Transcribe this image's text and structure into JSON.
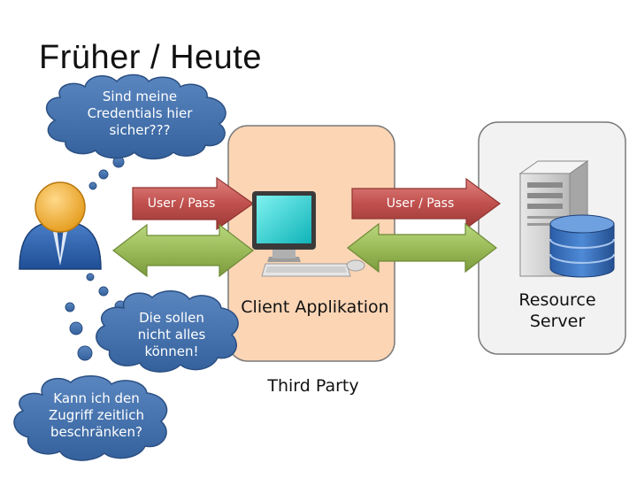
{
  "title": "Früher / Heute",
  "clouds": [
    {
      "id": "credentials",
      "text": "Sind meine\nCredentials hier\nsicher???"
    },
    {
      "id": "restrict",
      "text": "Die sollen\nnicht alles\nkönnen!"
    },
    {
      "id": "time",
      "text": "Kann ich den\nZugriff zeitlich\nbeschränken?"
    }
  ],
  "arrows": {
    "left_label": "User / Pass",
    "right_label": "User / Pass"
  },
  "client": {
    "label": "Client Applikation",
    "caption": "Third Party"
  },
  "server": {
    "label": "Resource\nServer"
  },
  "colors": {
    "cloud": "#3d6fae",
    "red_arrow": "#c0504d",
    "green_arrow": "#9bbb59",
    "client_box": "#fcd5b5",
    "server_box": "#f2f2f2"
  },
  "icons": [
    "user-avatar-icon",
    "computer-icon",
    "server-icon",
    "database-icon"
  ]
}
